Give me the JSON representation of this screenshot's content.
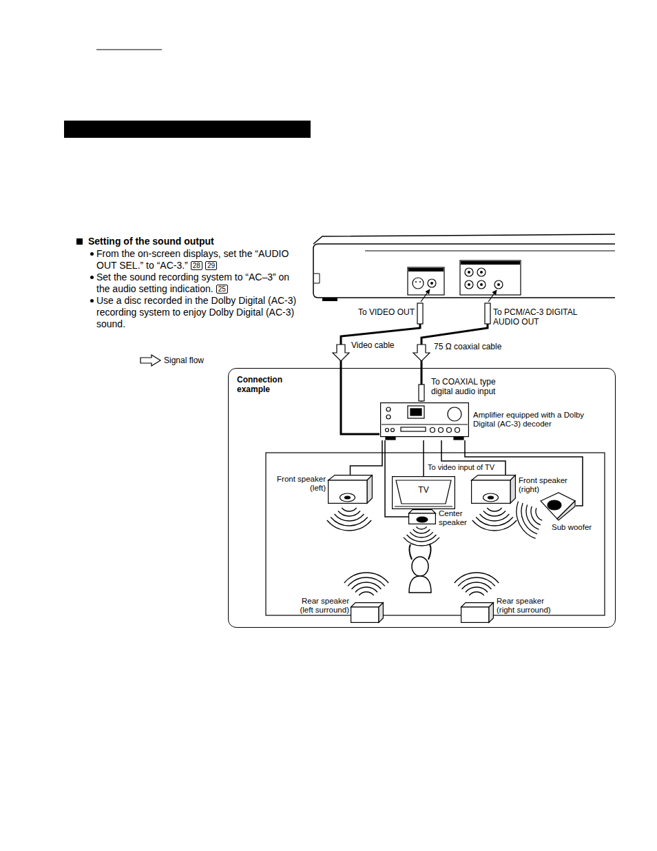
{
  "diagram": {
    "nodes": [
      {
        "text": [
          "Connection example"
        ]
      },
      {
        "text": [
          "Amplifier equipped with a Dolby Digital (AC-3) decoder"
        ],
        "in": 0
      },
      {
        "text": [
          "Front speaker (left)"
        ],
        "in": 0
      },
      {
        "text": [
          "TV"
        ],
        "in": 0
      },
      {
        "text": [
          "Front speaker (right)"
        ],
        "in": 0
      },
      {
        "text": [
          "Center speaker"
        ],
        "in": 0
      },
      {
        "text": [
          "Sub woofer"
        ],
        "in": 0
      },
      {
        "text": [
          "Rear speaker (left surround)"
        ],
        "in": 0
      },
      {
        "text": [
          "Rear speaker (right surround)"
        ],
        "in": 0
      }
    ],
    "edges": [
      {
        "from": 1,
        "to": 3,
        "label": "To video input of TV",
        "arrow": "none"
      },
      {
        "from": 1,
        "to": 2,
        "arrow": "none"
      },
      {
        "from": 1,
        "to": 4,
        "arrow": "none"
      },
      {
        "from": 1,
        "to": 5,
        "arrow": "none"
      },
      {
        "from": 1,
        "to": 6,
        "arrow": "none"
      }
    ],
    "labels": [
      "Setting of the sound output",
      "From the on-screen displays, set the “AUDIO OUT SEL.” to “AC-3.”",
      "28",
      "29",
      "Set the sound recording system to “AC–3” on the audio setting indication.",
      "25",
      "Use a disc recorded in the Dolby Digital (AC-3) recording system to enjoy Dolby Digital (AC-3) sound.",
      "To VIDEO OUT",
      "To PCM/AC-3 DIGITAL AUDIO OUT",
      "Video cable",
      "75 Ω coaxial cable",
      "To COAXIAL type digital audio input"
    ],
    "legend": [
      {
        "text": "Signal flow"
      }
    ]
  }
}
